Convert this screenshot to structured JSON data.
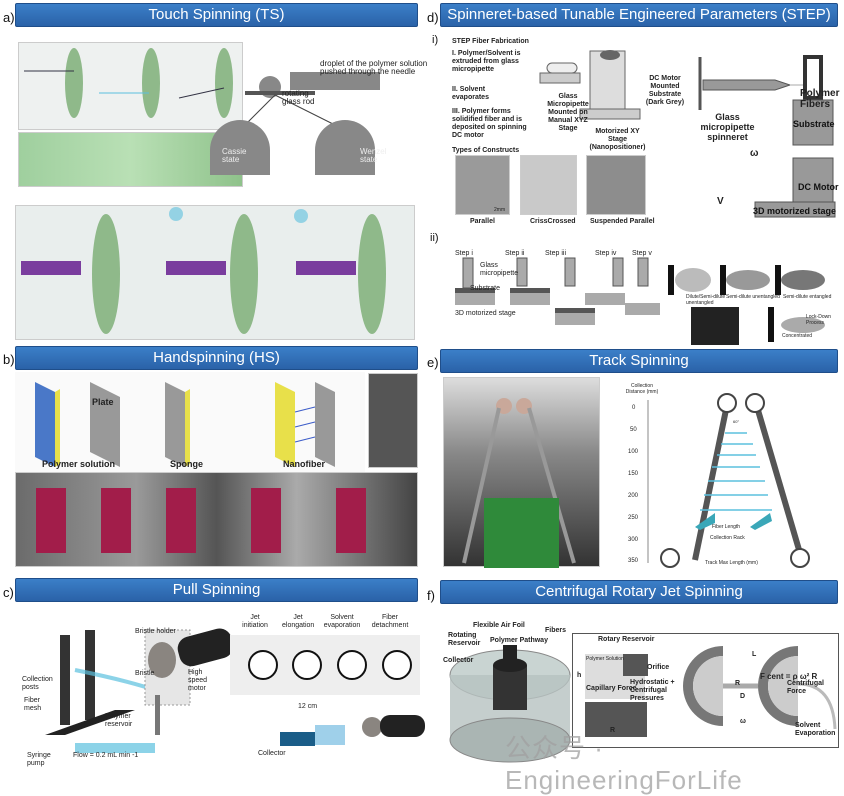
{
  "panels": {
    "a": {
      "label": "a)",
      "title": "Touch Spinning (TS)",
      "annotations": {
        "droplet": "droplet of the polymer solution pushed through the needle",
        "rod": "rotating glass rod",
        "cassie": "Cassie state",
        "wenzel": "Wenzel state"
      }
    },
    "b": {
      "label": "b)",
      "title": "Handspinning (HS)",
      "annotations": {
        "plate": "Plate",
        "polymer": "Polymer solution",
        "sponge": "Sponge",
        "nanofiber": "Nanofiber"
      }
    },
    "c": {
      "label": "c)",
      "title": "Pull Spinning",
      "annotations": {
        "posts": "Collection posts",
        "mesh": "Fiber mesh",
        "holder": "Bristle holder",
        "bristle": "Bristle",
        "motor": "High speed motor",
        "reservoir": "Polymer reservoir",
        "syringe": "Syringe pump",
        "flow": "Flow = 0.2 mL min -1",
        "jet_init": "Jet initiation",
        "jet_elong": "Jet elongation",
        "solvent": "Solvent evaporation",
        "detach": "Fiber detachment",
        "dist": "12 cm",
        "collector": "Collector"
      }
    },
    "d": {
      "label": "d)",
      "title": "Spinneret-based Tunable Engineered Parameters (STEP)",
      "sub_i": "i)",
      "sub_ii": "ii)",
      "annotations": {
        "fab": "STEP Fiber Fabrication",
        "s1": "I. Polymer/Solvent is extruded from glass micropipette",
        "s2": "II. Solvent evaporates",
        "s3": "III. Polymer forms solidified fiber and is deposited on spinning DC motor",
        "pip": "Glass Micropipette Mounted on Manual XYZ Stage",
        "dcm": "DC Motor Mounted Substrate (Dark Grey)",
        "xy": "Motorized XY Stage (Nanopositioner)",
        "types": "Types of Constructs",
        "parallel": "Parallel",
        "criss": "CrissCrossed",
        "susp": "Suspended Parallel",
        "scale": "2mm",
        "fibers": "Polymer Fibers",
        "glass": "Glass micropipette spinneret",
        "substrate": "Substrate",
        "omega": "ω",
        "dc": "DC Motor",
        "stage": "3D motorized stage",
        "v": "V",
        "steps": [
          "Step i",
          "Step ii",
          "Step iii",
          "Step iv",
          "Step v"
        ],
        "gm": "Glass micropipette",
        "sub2": "Substrate",
        "stage2": "3D motorized stage",
        "regimes": [
          "Dilute/Semi-dilute unentangled",
          "Semi-dilute unentangled",
          "Semi-dilute entangled",
          "Concentrated"
        ],
        "lock": "Lock-Down Process"
      }
    },
    "e": {
      "label": "e)",
      "title": "Track Spinning",
      "axis_title": "Collection Distance (mm)",
      "ticks": [
        "0",
        "50",
        "100",
        "150",
        "200",
        "250",
        "300",
        "350"
      ],
      "angle": "60°",
      "fiber_len": "Fiber Length",
      "rack": "Collection Rack",
      "track": "Track Max Length (mm)"
    },
    "f": {
      "label": "f)",
      "title": "Centrifugal Rotary Jet Spinning",
      "annotations": {
        "foil": "Flexible Air Foil",
        "rot": "Rotating Reservoir",
        "path": "Polymer Pathway",
        "fibers": "Fibers",
        "coll": "Collector",
        "rr": "Rotary Reservoir",
        "ps": "Polymer Solution",
        "orifice": "Orifice",
        "h": "h",
        "cap": "Capillary Force",
        "hydro": "Hydrostatic + Centrifugal Pressures",
        "R": "R",
        "L": "L",
        "D": "D",
        "fcent": "F cent = ρ ω² R",
        "cf": "Centrifugal Force",
        "se": "Solvent Evaporation",
        "omega": "ω"
      }
    }
  },
  "watermark": "公众号 · EngineeringForLife",
  "colors": {
    "bar": "#2e6db5",
    "disk": "#8fb98a",
    "fiber": "#5bc0de"
  }
}
